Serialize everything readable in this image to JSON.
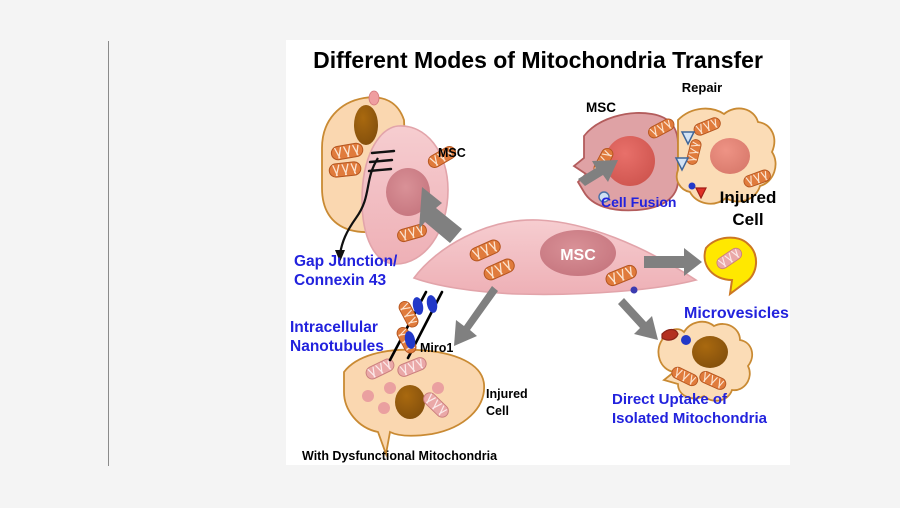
{
  "figure": {
    "title": "Different Modes of Mitochondria Transfer",
    "background_color": "#f4f4f4",
    "panel_color": "#ffffff",
    "accent_blue": "#2222dd",
    "arrow_gray": "#808080"
  },
  "labels": {
    "msc_center": "MSC",
    "msc_gap_junction": "MSC",
    "msc_fusion": "MSC",
    "repair": "Repair",
    "injured_cell_fusion": "Injured\nCell",
    "injured_cell_fusion_line1": "Injured",
    "injured_cell_fusion_line2": "Cell",
    "injured_cell_nanotube_line1": "Injured",
    "injured_cell_nanotube_line2": "Cell",
    "miro1": "Miro1",
    "dysfunctional": "With Dysfunctional Mitochondria"
  },
  "modes": [
    {
      "id": "gap-junction",
      "line1": "Gap Junction/",
      "line2": "Connexin 43",
      "color": "#2222dd"
    },
    {
      "id": "cell-fusion",
      "line1": "Cell Fusion",
      "line2": "",
      "color": "#2222dd"
    },
    {
      "id": "intracellular-nanotubules",
      "line1": "Intracellular",
      "line2": "Nanotubules",
      "color": "#2222dd"
    },
    {
      "id": "microvesicles",
      "line1": "Microvesicles",
      "line2": "",
      "color": "#2222dd"
    },
    {
      "id": "direct-uptake",
      "line1": "Direct Uptake of",
      "line2": "Isolated Mitochondria",
      "color": "#2222dd"
    }
  ],
  "colors": {
    "msc_body": "#f0b9bd",
    "msc_body_stroke": "#e0a0a6",
    "msc_nucleus": "#cf8289",
    "injured_body": "#fad7b0",
    "injured_stroke": "#c98a33",
    "injured_nucleus": "#9a5f18",
    "fusion_msc_body": "#dfa2a5",
    "fusion_msc_stroke": "#b35c5c",
    "fusion_msc_nucleus": "#d9625c",
    "fusion_injured_body": "#fbdcb6",
    "fusion_injured_nucleus": "#e08a7c",
    "mito_orange": "#e07b3c",
    "mito_pink": "#e8a5a5",
    "vesicle_yellow": "#ffe800",
    "miro1_blue": "#2238c8",
    "nanotube_black": "#000000"
  }
}
